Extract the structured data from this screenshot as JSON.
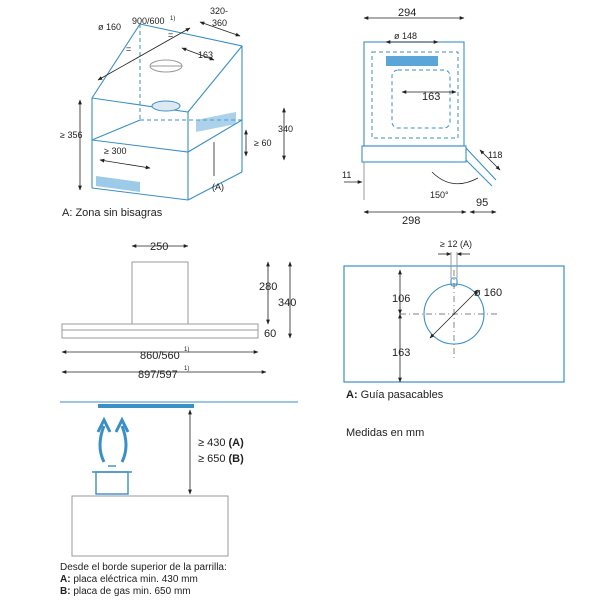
{
  "top_left": {
    "dim_duct": "ø 160",
    "dim_width": "900/600",
    "dim_width_sup": "1)",
    "dim_depth_a": "320-",
    "dim_depth_b": "360",
    "dim_163": "163",
    "dim_356": "≥ 356",
    "dim_300": "≥ 300",
    "dim_340": "340",
    "dim_60": "≥ 60",
    "label_a": "(A)",
    "eq1": "=",
    "eq2": "=",
    "caption": "A:  Zona sin bisagras"
  },
  "top_right": {
    "dim_294": "294",
    "dim_148": "ø 148",
    "dim_163": "163",
    "dim_118": "118",
    "dim_11": "11",
    "dim_150": "150°",
    "dim_298": "298",
    "dim_95": "95"
  },
  "mid_left": {
    "dim_250": "250",
    "dim_280": "280",
    "dim_340": "340",
    "dim_60": "60",
    "dim_860": "860/560",
    "dim_860_sup": "1)",
    "dim_897": "897/597",
    "dim_897_sup": "1)"
  },
  "mid_right": {
    "dim_12": "≥ 12 (A)",
    "dim_106": "106",
    "dim_160": "ø 160",
    "dim_163": "163",
    "caption_bold": "A:",
    "caption": " Guía pasacables",
    "units": "Medidas en mm"
  },
  "bottom_left": {
    "dim_430": "≥ 430",
    "dim_430_tag": "(A)",
    "dim_650": "≥ 650",
    "dim_650_tag": "(B)",
    "note_title": "Desde el borde superior de la parrilla:",
    "note_a_bold": "A:",
    "note_a": " placa eléctrica min. 430 mm",
    "note_b_bold": "B:",
    "note_b": " placa de gas min. 650 mm"
  },
  "colors": {
    "line": "#3a8fc4",
    "fill": "#5aa6d8",
    "text": "#222222"
  }
}
